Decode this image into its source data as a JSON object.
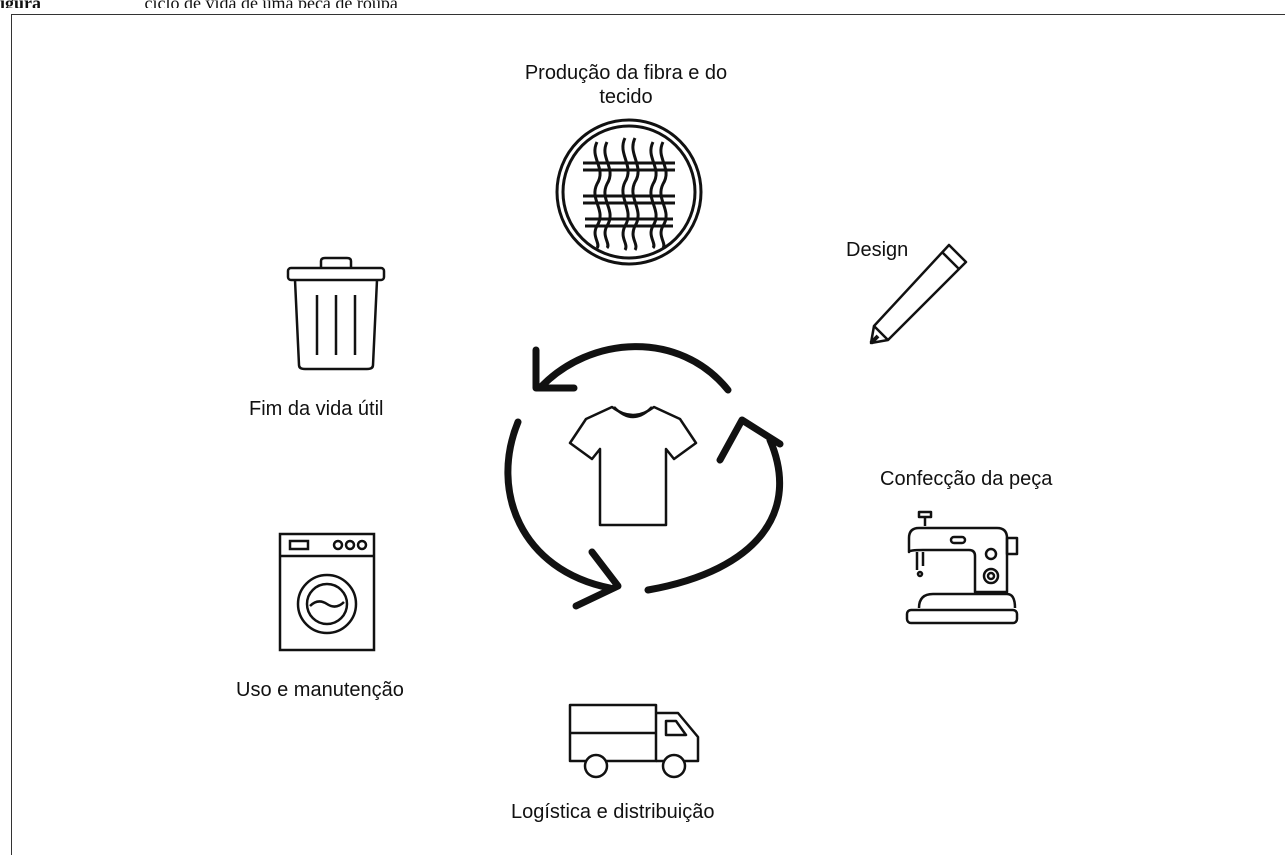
{
  "header": {
    "caption_bold": "igura",
    "caption_rest": "                       ciclo de vida de uma peça de roupa"
  },
  "stages": {
    "fiber": {
      "line1": "Produção da fibra e do",
      "line2": "tecido"
    },
    "design": "Design",
    "sewing": "Confecção da peça",
    "logistics": "Logística e distribuição",
    "use": "Uso e manutenção",
    "end": "Fim da vida útil"
  },
  "center": {
    "icon": "t-shirt-icon",
    "cycle": "circular-arrows-icon"
  },
  "colors": {
    "stroke": "#111111",
    "background": "#ffffff"
  }
}
